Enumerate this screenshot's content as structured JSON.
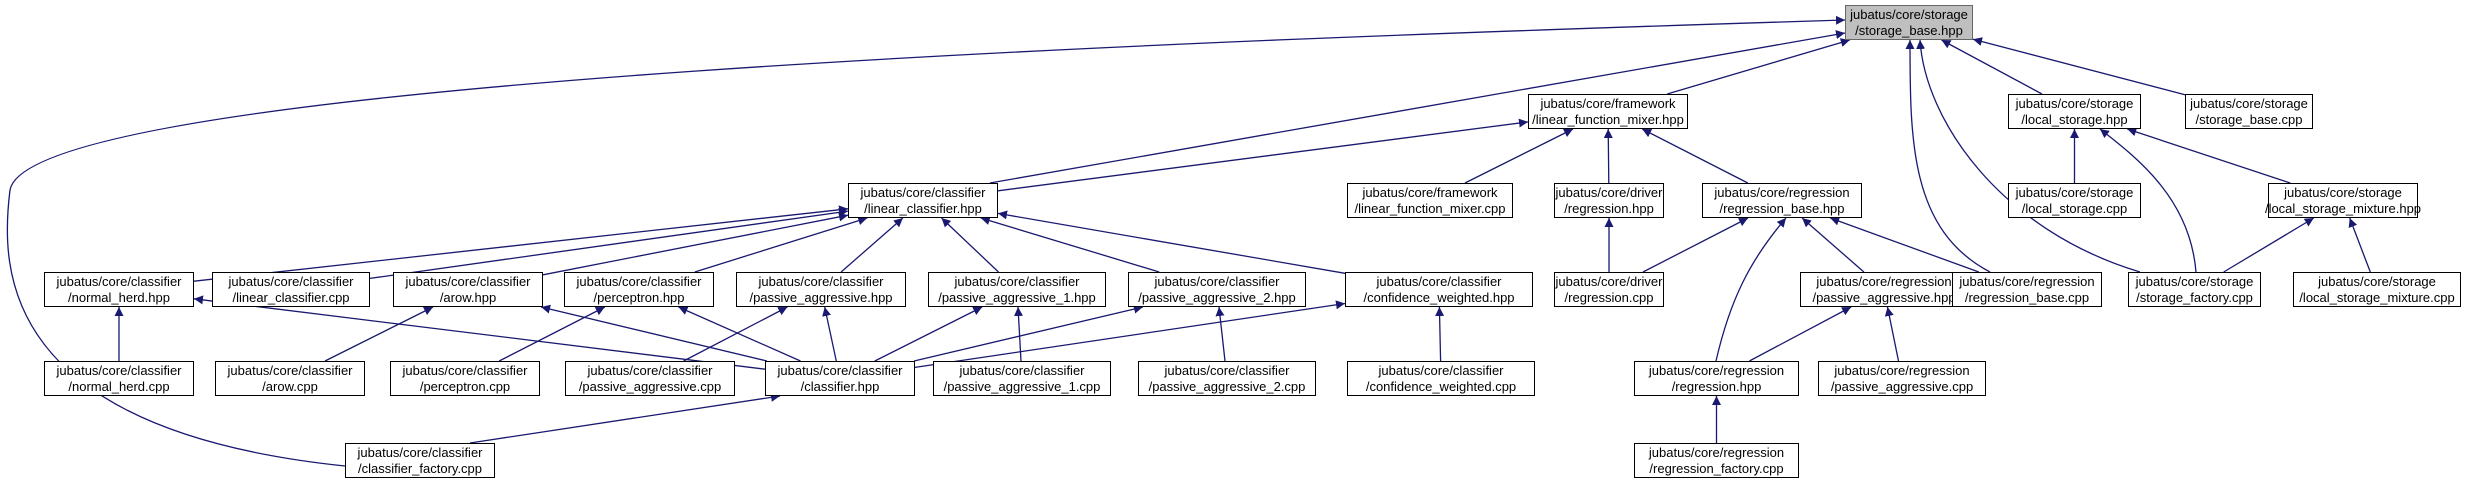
{
  "title": "",
  "colors": {
    "edge": "#191970",
    "root_fill": "#bfbfbf",
    "node_border": "#000000"
  },
  "nodes": [
    {
      "id": "storage_base_hpp",
      "line1": "jubatus/core/storage",
      "line2": "/storage_base.hpp",
      "root": true
    },
    {
      "id": "fw_linear_function_mixer_hpp",
      "line1": "jubatus/core/framework",
      "line2": "/linear_function_mixer.hpp"
    },
    {
      "id": "local_storage_hpp",
      "line1": "jubatus/core/storage",
      "line2": "/local_storage.hpp"
    },
    {
      "id": "storage_base_cpp",
      "line1": "jubatus/core/storage",
      "line2": "/storage_base.cpp"
    },
    {
      "id": "linear_classifier_hpp",
      "line1": "jubatus/core/classifier",
      "line2": "/linear_classifier.hpp"
    },
    {
      "id": "fw_linear_function_mixer_cpp",
      "line1": "jubatus/core/framework",
      "line2": "/linear_function_mixer.cpp"
    },
    {
      "id": "driver_regression_hpp",
      "line1": "jubatus/core/driver",
      "line2": "/regression.hpp"
    },
    {
      "id": "regression_base_hpp",
      "line1": "jubatus/core/regression",
      "line2": "/regression_base.hpp"
    },
    {
      "id": "local_storage_cpp",
      "line1": "jubatus/core/storage",
      "line2": "/local_storage.cpp"
    },
    {
      "id": "local_storage_mixture_hpp",
      "line1": "jubatus/core/storage",
      "line2": "/local_storage_mixture.hpp"
    },
    {
      "id": "normal_herd_hpp",
      "line1": "jubatus/core/classifier",
      "line2": "/normal_herd.hpp"
    },
    {
      "id": "linear_classifier_cpp",
      "line1": "jubatus/core/classifier",
      "line2": "/linear_classifier.cpp"
    },
    {
      "id": "arow_hpp",
      "line1": "jubatus/core/classifier",
      "line2": "/arow.hpp"
    },
    {
      "id": "perceptron_hpp",
      "line1": "jubatus/core/classifier",
      "line2": "/perceptron.hpp"
    },
    {
      "id": "cl_passive_aggressive_hpp",
      "line1": "jubatus/core/classifier",
      "line2": "/passive_aggressive.hpp"
    },
    {
      "id": "passive_aggressive_1_hpp",
      "line1": "jubatus/core/classifier",
      "line2": "/passive_aggressive_1.hpp"
    },
    {
      "id": "passive_aggressive_2_hpp",
      "line1": "jubatus/core/classifier",
      "line2": "/passive_aggressive_2.hpp"
    },
    {
      "id": "confidence_weighted_hpp",
      "line1": "jubatus/core/classifier",
      "line2": "/confidence_weighted.hpp"
    },
    {
      "id": "driver_regression_cpp",
      "line1": "jubatus/core/driver",
      "line2": "/regression.cpp"
    },
    {
      "id": "rg_passive_aggressive_hpp",
      "line1": "jubatus/core/regression",
      "line2": "/passive_aggressive.hpp"
    },
    {
      "id": "regression_base_cpp",
      "line1": "jubatus/core/regression",
      "line2": "/regression_base.cpp"
    },
    {
      "id": "storage_factory_cpp",
      "line1": "jubatus/core/storage",
      "line2": "/storage_factory.cpp"
    },
    {
      "id": "local_storage_mixture_cpp",
      "line1": "jubatus/core/storage",
      "line2": "/local_storage_mixture.cpp"
    },
    {
      "id": "normal_herd_cpp",
      "line1": "jubatus/core/classifier",
      "line2": "/normal_herd.cpp"
    },
    {
      "id": "arow_cpp",
      "line1": "jubatus/core/classifier",
      "line2": "/arow.cpp"
    },
    {
      "id": "perceptron_cpp",
      "line1": "jubatus/core/classifier",
      "line2": "/perceptron.cpp"
    },
    {
      "id": "cl_passive_aggressive_cpp",
      "line1": "jubatus/core/classifier",
      "line2": "/passive_aggressive.cpp"
    },
    {
      "id": "classifier_hpp",
      "line1": "jubatus/core/classifier",
      "line2": "/classifier.hpp"
    },
    {
      "id": "passive_aggressive_1_cpp",
      "line1": "jubatus/core/classifier",
      "line2": "/passive_aggressive_1.cpp"
    },
    {
      "id": "passive_aggressive_2_cpp",
      "line1": "jubatus/core/classifier",
      "line2": "/passive_aggressive_2.cpp"
    },
    {
      "id": "confidence_weighted_cpp",
      "line1": "jubatus/core/classifier",
      "line2": "/confidence_weighted.cpp"
    },
    {
      "id": "regression_hpp",
      "line1": "jubatus/core/regression",
      "line2": "/regression.hpp"
    },
    {
      "id": "rg_passive_aggressive_cpp",
      "line1": "jubatus/core/regression",
      "line2": "/passive_aggressive.cpp"
    },
    {
      "id": "classifier_factory_cpp",
      "line1": "jubatus/core/classifier",
      "line2": "/classifier_factory.cpp"
    },
    {
      "id": "regression_factory_cpp",
      "line1": "jubatus/core/regression",
      "line2": "/regression_factory.cpp"
    }
  ],
  "edges": [
    {
      "from": "fw_linear_function_mixer_hpp",
      "to": "storage_base_hpp"
    },
    {
      "from": "local_storage_hpp",
      "to": "storage_base_hpp"
    },
    {
      "from": "storage_base_cpp",
      "to": "storage_base_hpp"
    },
    {
      "from": "linear_classifier_hpp",
      "to": "storage_base_hpp"
    },
    {
      "from": "regression_base_cpp",
      "to": "storage_base_hpp"
    },
    {
      "from": "storage_factory_cpp",
      "to": "storage_base_hpp"
    },
    {
      "from": "classifier_factory_cpp",
      "to": "storage_base_hpp"
    },
    {
      "from": "linear_classifier_hpp",
      "to": "fw_linear_function_mixer_hpp"
    },
    {
      "from": "fw_linear_function_mixer_cpp",
      "to": "fw_linear_function_mixer_hpp"
    },
    {
      "from": "driver_regression_hpp",
      "to": "fw_linear_function_mixer_hpp"
    },
    {
      "from": "regression_base_hpp",
      "to": "fw_linear_function_mixer_hpp"
    },
    {
      "from": "local_storage_cpp",
      "to": "local_storage_hpp"
    },
    {
      "from": "local_storage_mixture_hpp",
      "to": "local_storage_hpp"
    },
    {
      "from": "storage_factory_cpp",
      "to": "local_storage_hpp"
    },
    {
      "from": "storage_factory_cpp",
      "to": "local_storage_mixture_hpp"
    },
    {
      "from": "local_storage_mixture_cpp",
      "to": "local_storage_mixture_hpp"
    },
    {
      "from": "normal_herd_hpp",
      "to": "linear_classifier_hpp"
    },
    {
      "from": "linear_classifier_cpp",
      "to": "linear_classifier_hpp"
    },
    {
      "from": "arow_hpp",
      "to": "linear_classifier_hpp"
    },
    {
      "from": "perceptron_hpp",
      "to": "linear_classifier_hpp"
    },
    {
      "from": "cl_passive_aggressive_hpp",
      "to": "linear_classifier_hpp"
    },
    {
      "from": "passive_aggressive_1_hpp",
      "to": "linear_classifier_hpp"
    },
    {
      "from": "passive_aggressive_2_hpp",
      "to": "linear_classifier_hpp"
    },
    {
      "from": "confidence_weighted_hpp",
      "to": "linear_classifier_hpp"
    },
    {
      "from": "driver_regression_cpp",
      "to": "driver_regression_hpp"
    },
    {
      "from": "driver_regression_cpp",
      "to": "regression_base_hpp"
    },
    {
      "from": "rg_passive_aggressive_hpp",
      "to": "regression_base_hpp"
    },
    {
      "from": "regression_base_cpp",
      "to": "regression_base_hpp"
    },
    {
      "from": "regression_hpp",
      "to": "regression_base_hpp"
    },
    {
      "from": "normal_herd_cpp",
      "to": "normal_herd_hpp"
    },
    {
      "from": "classifier_hpp",
      "to": "normal_herd_hpp"
    },
    {
      "from": "arow_cpp",
      "to": "arow_hpp"
    },
    {
      "from": "classifier_hpp",
      "to": "arow_hpp"
    },
    {
      "from": "perceptron_cpp",
      "to": "perceptron_hpp"
    },
    {
      "from": "classifier_hpp",
      "to": "perceptron_hpp"
    },
    {
      "from": "cl_passive_aggressive_cpp",
      "to": "cl_passive_aggressive_hpp"
    },
    {
      "from": "classifier_hpp",
      "to": "cl_passive_aggressive_hpp"
    },
    {
      "from": "classifier_hpp",
      "to": "passive_aggressive_1_hpp"
    },
    {
      "from": "passive_aggressive_1_cpp",
      "to": "passive_aggressive_1_hpp"
    },
    {
      "from": "classifier_hpp",
      "to": "passive_aggressive_2_hpp"
    },
    {
      "from": "passive_aggressive_2_cpp",
      "to": "passive_aggressive_2_hpp"
    },
    {
      "from": "classifier_hpp",
      "to": "confidence_weighted_hpp"
    },
    {
      "from": "confidence_weighted_cpp",
      "to": "confidence_weighted_hpp"
    },
    {
      "from": "regression_hpp",
      "to": "rg_passive_aggressive_hpp"
    },
    {
      "from": "rg_passive_aggressive_cpp",
      "to": "rg_passive_aggressive_hpp"
    },
    {
      "from": "classifier_factory_cpp",
      "to": "classifier_hpp"
    },
    {
      "from": "regression_factory_cpp",
      "to": "regression_hpp"
    }
  ]
}
